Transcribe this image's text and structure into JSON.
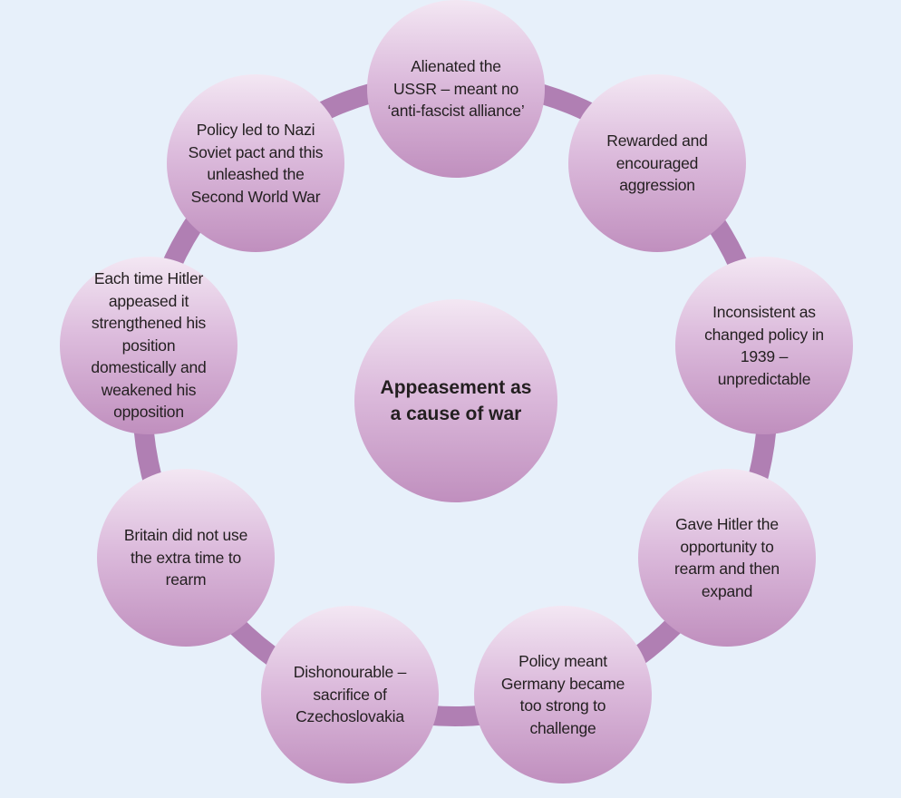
{
  "diagram": {
    "center": {
      "label": "Appeasement as a cause of war"
    },
    "nodes": [
      {
        "id": "ussr",
        "label": "Alienated the USSR – meant no ‘anti-fascist alliance’"
      },
      {
        "id": "aggression",
        "label": "Rewarded and encouraged aggression"
      },
      {
        "id": "inconsistent",
        "label": "Inconsistent as changed policy in 1939 – unpredictable"
      },
      {
        "id": "rearm",
        "label": "Gave Hitler the opportunity to rearm and then expand"
      },
      {
        "id": "too-strong",
        "label": "Policy meant Germany became too strong to challenge"
      },
      {
        "id": "dishonourable",
        "label": "Dishonourable – sacrifice of Czechoslovakia"
      },
      {
        "id": "britain",
        "label": "Britain did not use the extra time to rearm"
      },
      {
        "id": "strengthened",
        "label": "Each time Hitler appeased it strengthened his position domestically and weakened his opposition"
      },
      {
        "id": "nazi-soviet",
        "label": "Policy led to Nazi Soviet pact and this unleashed the Second World War"
      }
    ],
    "colors": {
      "background": "#e7f0fa",
      "ring": "#b07fb3",
      "node_top": "#f3e7f3",
      "node_bottom": "#c08fbe",
      "text": "#231f20"
    }
  }
}
